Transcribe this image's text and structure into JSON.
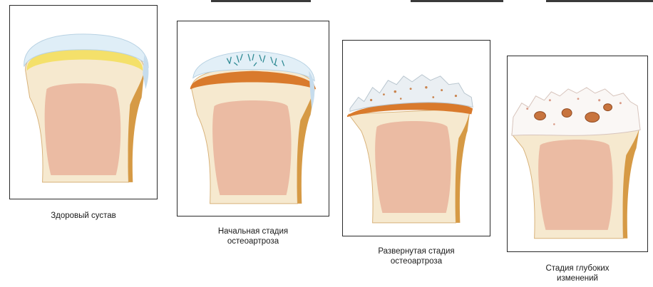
{
  "stages": [
    {
      "caption_lines": [
        "Здоровый сустав"
      ]
    },
    {
      "caption_lines": [
        "Начальная стадия",
        "остеоартроза"
      ]
    },
    {
      "caption_lines": [
        "Развернутая стадия",
        "остеоартроза"
      ]
    },
    {
      "caption_lines": [
        "Стадия глубоких",
        "изменений"
      ]
    }
  ],
  "colors": {
    "bone_shaft": "#f6e9cf",
    "bone_edge": "#d69a45",
    "marrow": "#e9b39b",
    "cartilage_healthy": "#dfeef7",
    "cartilage_yellow": "#f4e06a",
    "subchondral_orange": "#d97a2c",
    "cyst": "#c8743e"
  }
}
